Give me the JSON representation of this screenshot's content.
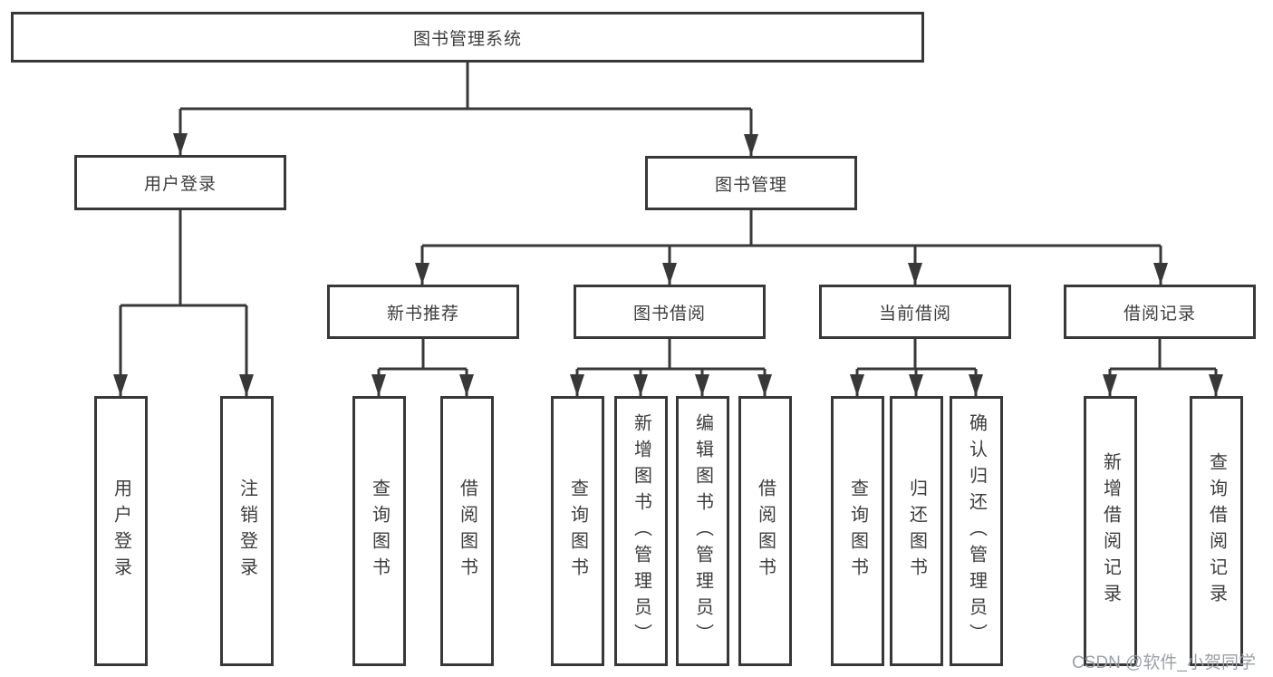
{
  "tree": {
    "root": {
      "label": "图书管理系统"
    },
    "branches": [
      {
        "label": "用户登录",
        "children": [
          {
            "label": "用户登录"
          },
          {
            "label": "注销登录"
          }
        ]
      },
      {
        "label": "图书管理",
        "children": [
          {
            "label": "新书推荐",
            "children": [
              {
                "label": "查询图书"
              },
              {
                "label": "借阅图书"
              }
            ]
          },
          {
            "label": "图书借阅",
            "children": [
              {
                "label": "查询图书"
              },
              {
                "label": "新增图书（管理员）"
              },
              {
                "label": "编辑图书（管理员）"
              },
              {
                "label": "借阅图书"
              }
            ]
          },
          {
            "label": "当前借阅",
            "children": [
              {
                "label": "查询图书"
              },
              {
                "label": "归还图书"
              },
              {
                "label": "确认归还（管理员）"
              }
            ]
          },
          {
            "label": "借阅记录",
            "children": [
              {
                "label": "新增借阅记录"
              },
              {
                "label": "查询借阅记录"
              }
            ]
          }
        ]
      }
    ]
  },
  "watermark": {
    "text": "CSDN @软件_小贺同学"
  },
  "colors": {
    "line": "#383838",
    "text": "#3d3d3d",
    "watermark": "#9aa0a6",
    "background": "#ffffff"
  }
}
